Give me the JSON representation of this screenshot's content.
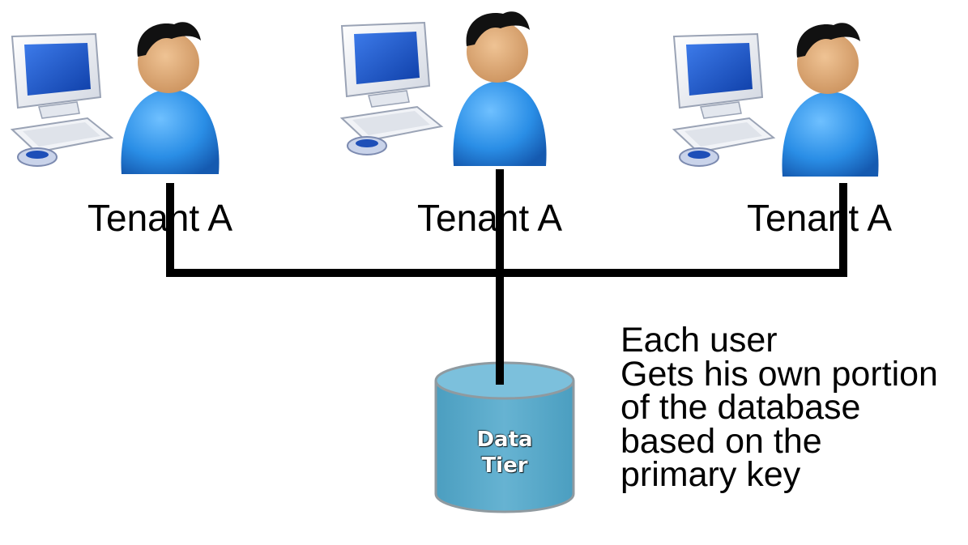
{
  "tenants": [
    {
      "label": "Tenant A"
    },
    {
      "label": "Tenant A"
    },
    {
      "label": "Tenant A"
    }
  ],
  "database": {
    "line1": "Data",
    "line2": "Tier"
  },
  "description": {
    "lines": [
      "Each user",
      "Gets his own portion",
      "of the database",
      "based on the",
      "primary key"
    ]
  },
  "colors": {
    "person_body": "#2f8fe0",
    "person_head": "#d8a877",
    "hair": "#111111",
    "database_fill": "#5aa9c9",
    "database_stroke": "#8f9aa0",
    "monitor_screen": "#1a55c8",
    "connector": "#000000"
  }
}
